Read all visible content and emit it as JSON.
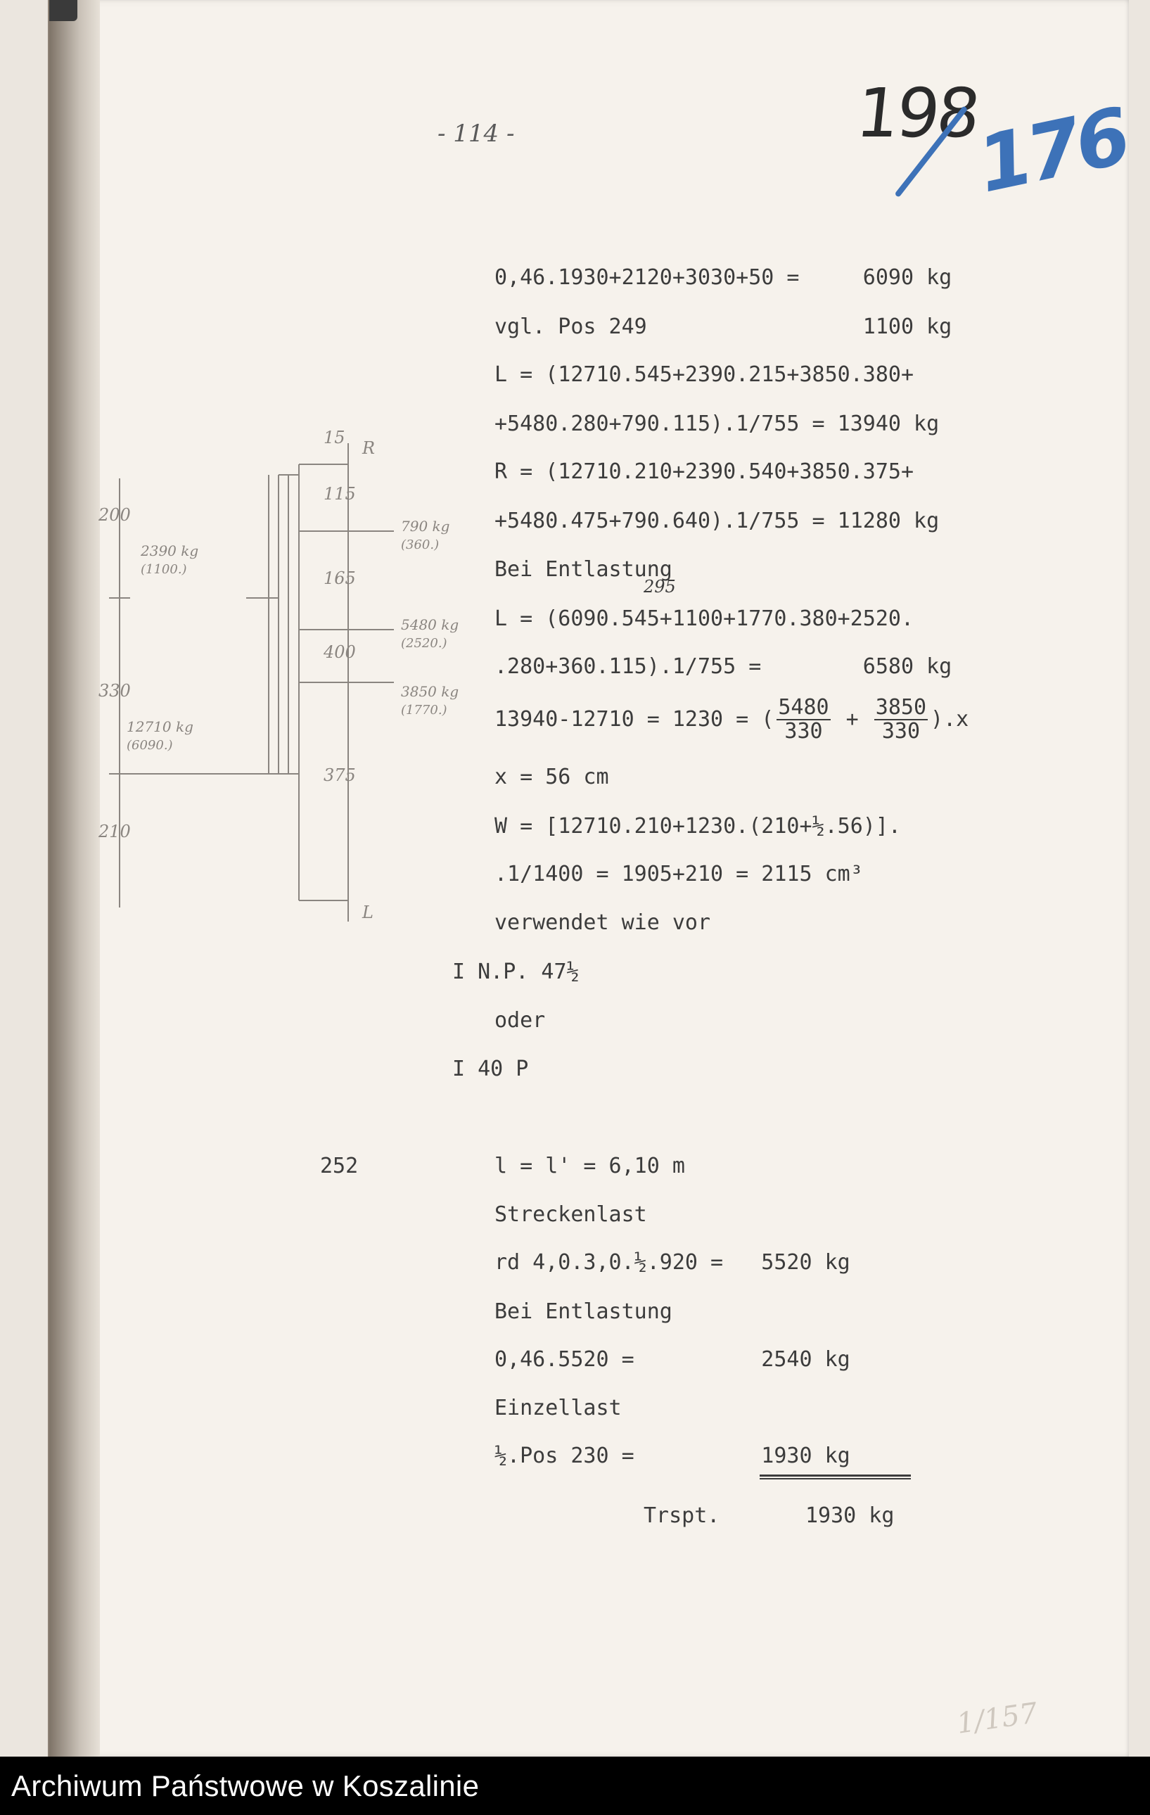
{
  "footer": {
    "archive_name": "Archiwum Państwowe w Koszalinie"
  },
  "handwritten": {
    "page_number": "- 114 -",
    "archive_number": "198",
    "old_number": "176",
    "bottom_pencil": "1/157",
    "entlastung_insert": "295"
  },
  "typed_lines": [
    "0,46.1930+2120+3030+50 =     6090 kg",
    "vgl. Pos 249                 1100 kg",
    "L = (12710.545+2390.215+3850.380+",
    "+5480.280+790.115).1/755 = 13940 kg",
    "R = (12710.210+2390.540+3850.375+",
    "+5480.475+790.640).1/755 = 11280 kg",
    "Bei Entlastung",
    "L = (6090.545+1100+1770.380+2520.",
    ".280+360.115).1/755 =        6580 kg"
  ],
  "fraction_line": {
    "prefix": "13940-12710 = 1230 = (",
    "frac1_num": "5480",
    "frac1_den": "330",
    "plus": " + ",
    "frac2_num": "3850",
    "frac2_den": "330",
    "suffix": ").x"
  },
  "typed_lines_2": [
    "x = 56 cm",
    "W = [12710.210+1230.(210+½.56)].",
    ".1/1400 = 1905+210 = 2115 cm³",
    "verwendet wie vor"
  ],
  "profiles": [
    "I N.P. 47½",
    "oder",
    "I 40 P"
  ],
  "position": {
    "number": "252",
    "lines": [
      "l = l' = 6,10 m",
      "Streckenlast",
      "rd 4,0.3,0.½.920 =   5520 kg",
      "Bei Entlastung",
      "0,46.5520 =          2540 kg",
      "Einzellast",
      "½.Pos 230 =          1930 kg"
    ],
    "total_label": "Trspt.",
    "total_value": "1930 kg"
  },
  "diagram": {
    "label_R": "R",
    "label_L": "L",
    "dims": [
      "15",
      "115",
      "165",
      "400",
      "375",
      "200",
      "330",
      "210"
    ],
    "loads": [
      "790 kg",
      "(360.)",
      "5480 kg",
      "(2520.)",
      "3850 kg",
      "(1770.)",
      "2390 kg",
      "(1100.)",
      "12710 kg",
      "(6090.)"
    ]
  }
}
